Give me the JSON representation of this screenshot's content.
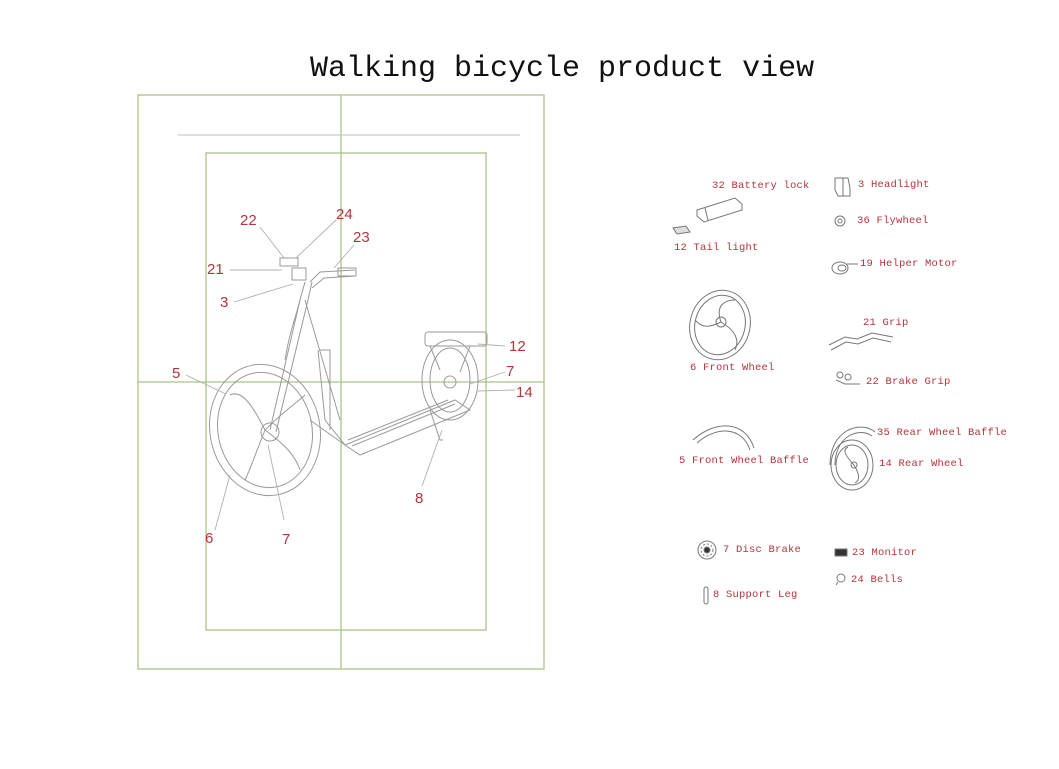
{
  "title": "Walking bicycle product view",
  "colors": {
    "grid": "#a9c48a",
    "callout": "#b5343a",
    "drawing": "#8a8a8a"
  },
  "diagram_callouts": [
    {
      "num": "22",
      "part": "Brake Grip"
    },
    {
      "num": "24",
      "part": "Bells"
    },
    {
      "num": "23",
      "part": "Monitor"
    },
    {
      "num": "21",
      "part": "Grip"
    },
    {
      "num": "3",
      "part": "Headlight"
    },
    {
      "num": "5",
      "part": "Front Wheel Baffle"
    },
    {
      "num": "12",
      "part": "Tail light"
    },
    {
      "num": "7",
      "part": "Disc Brake (rear)"
    },
    {
      "num": "14",
      "part": "Rear Wheel"
    },
    {
      "num": "8",
      "part": "Support Leg"
    },
    {
      "num": "6",
      "part": "Front Wheel"
    },
    {
      "num": "7",
      "part": "Disc Brake (front)"
    }
  ],
  "parts": [
    {
      "label": "32 Battery lock",
      "icon": "battery-lock-icon"
    },
    {
      "label": "12  Tail light",
      "icon": "tail-light-icon"
    },
    {
      "label": "3   Headlight",
      "icon": "headlight-icon"
    },
    {
      "label": "36   Flywheel",
      "icon": "flywheel-icon"
    },
    {
      "label": "19 Helper Motor",
      "icon": "helper-motor-icon"
    },
    {
      "label": "6 Front Wheel",
      "icon": "front-wheel-icon"
    },
    {
      "label": "21 Grip",
      "icon": "grip-icon"
    },
    {
      "label": "22 Brake Grip",
      "icon": "brake-grip-icon"
    },
    {
      "label": "5 Front Wheel Baffle",
      "icon": "front-wheel-baffle-icon"
    },
    {
      "label": "35 Rear Wheel Baffle",
      "icon": "rear-wheel-baffle-icon"
    },
    {
      "label": "14 Rear Wheel",
      "icon": "rear-wheel-icon"
    },
    {
      "label": "7 Disc Brake",
      "icon": "disc-brake-icon"
    },
    {
      "label": "8 Support Leg",
      "icon": "support-leg-icon"
    },
    {
      "label": "23 Monitor",
      "icon": "monitor-icon"
    },
    {
      "label": "24 Bells",
      "icon": "bell-icon"
    }
  ]
}
